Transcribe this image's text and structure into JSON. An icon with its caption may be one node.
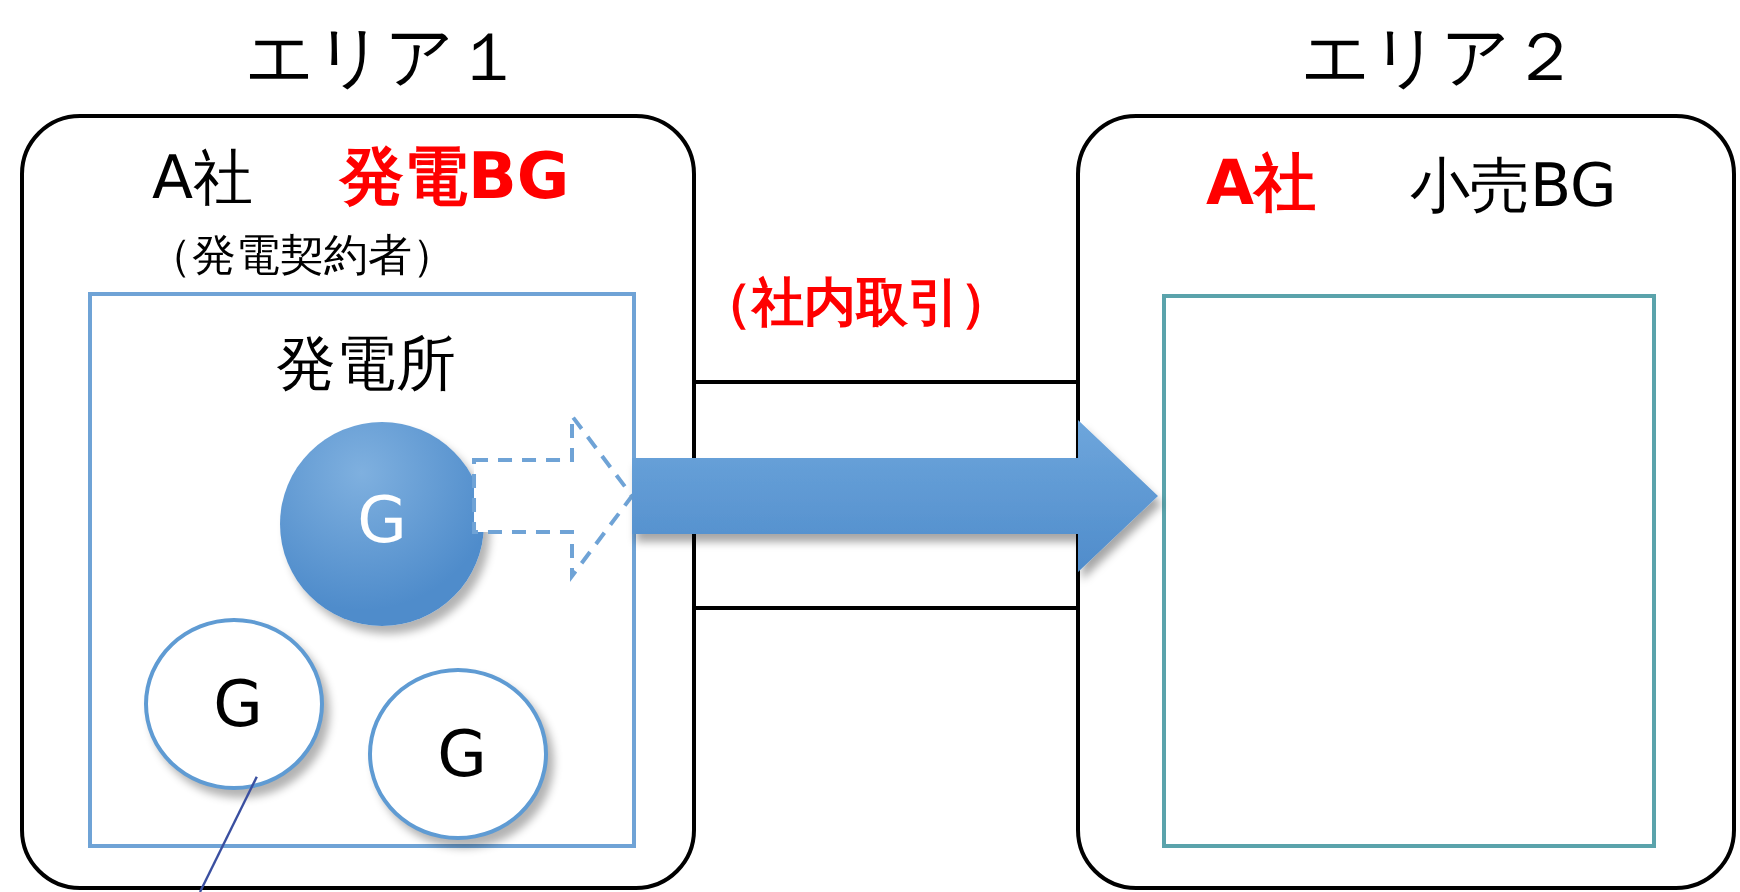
{
  "diagram": {
    "nodes": [
      {
        "text": [
          "エリア１",
          "A社",
          "発電BG",
          "（発電契約者）"
        ]
      },
      {
        "text": [
          "発電所"
        ],
        "in": 0
      },
      {
        "text": [
          "G"
        ],
        "in": 1
      },
      {
        "text": [
          "G"
        ],
        "in": 1
      },
      {
        "text": [
          "G"
        ],
        "in": 1
      },
      {
        "text": [
          "エリア２",
          "A社",
          "小売BG"
        ]
      },
      {
        "text": [],
        "shape": "box",
        "in": 5
      },
      {
        "text": [],
        "shape": "box"
      }
    ],
    "edges": [
      {
        "from": 2,
        "to": null,
        "arrow": "to",
        "style": "dashed"
      },
      {
        "from": 1,
        "to": 6,
        "arrow": "to",
        "label": "（社内取引）",
        "style": "thick"
      },
      {
        "from": 3,
        "to": null,
        "arrow": "none"
      }
    ]
  }
}
